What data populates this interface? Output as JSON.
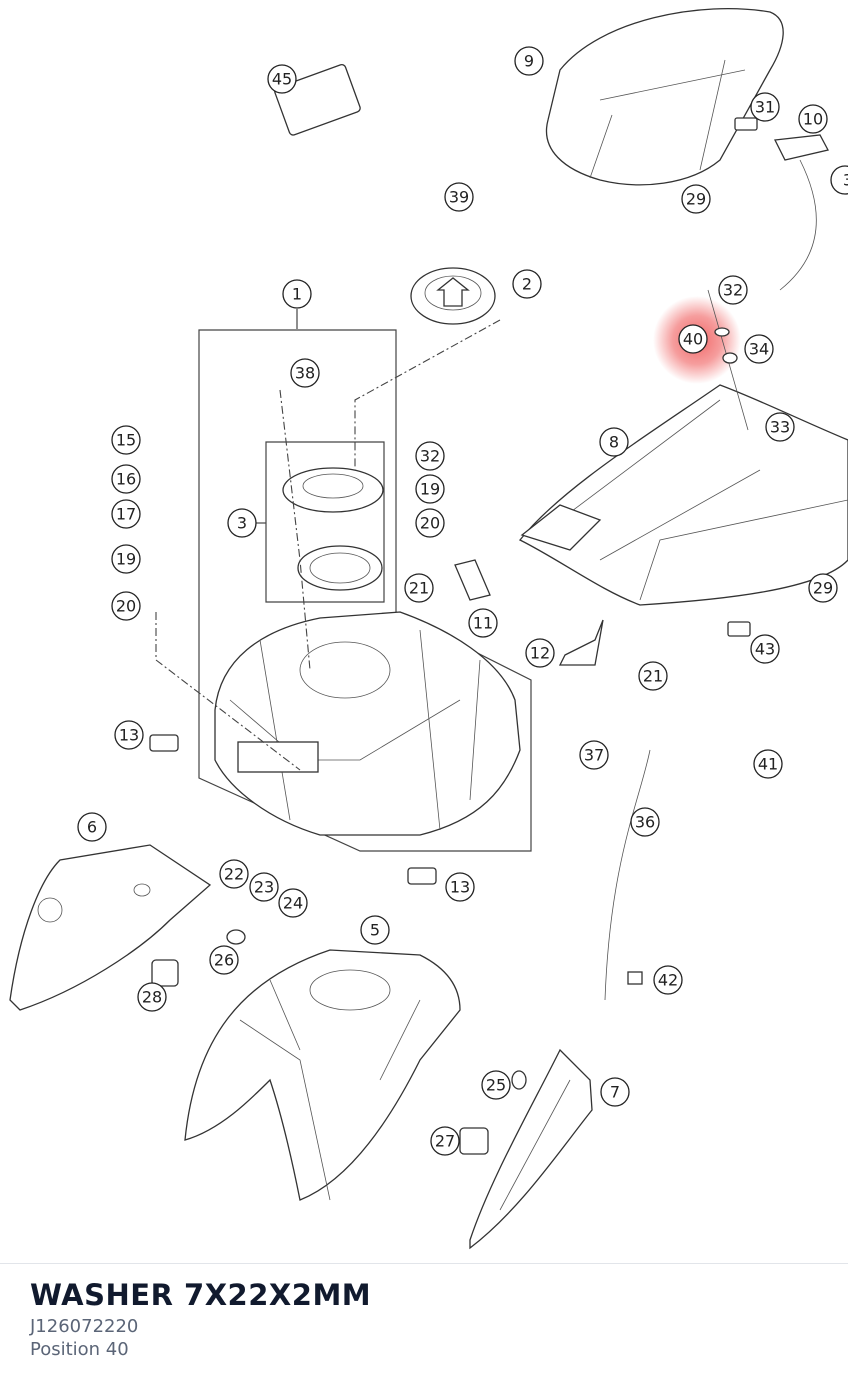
{
  "part": {
    "name": "WASHER 7X22X2MM",
    "number": "J126072220",
    "position": "Position 40"
  },
  "highlight": {
    "color": "#ee4d4d",
    "callout": "40"
  },
  "callouts": [
    "1",
    "2",
    "3",
    "5",
    "6",
    "7",
    "8",
    "9",
    "10",
    "11",
    "12",
    "13",
    "13",
    "15",
    "16",
    "17",
    "19",
    "19",
    "20",
    "20",
    "21",
    "21",
    "22",
    "23",
    "24",
    "25",
    "26",
    "27",
    "28",
    "29",
    "29",
    "31",
    "32",
    "32",
    "33",
    "34",
    "36",
    "37",
    "38",
    "39",
    "40",
    "41",
    "42",
    "43",
    "45",
    "3"
  ]
}
